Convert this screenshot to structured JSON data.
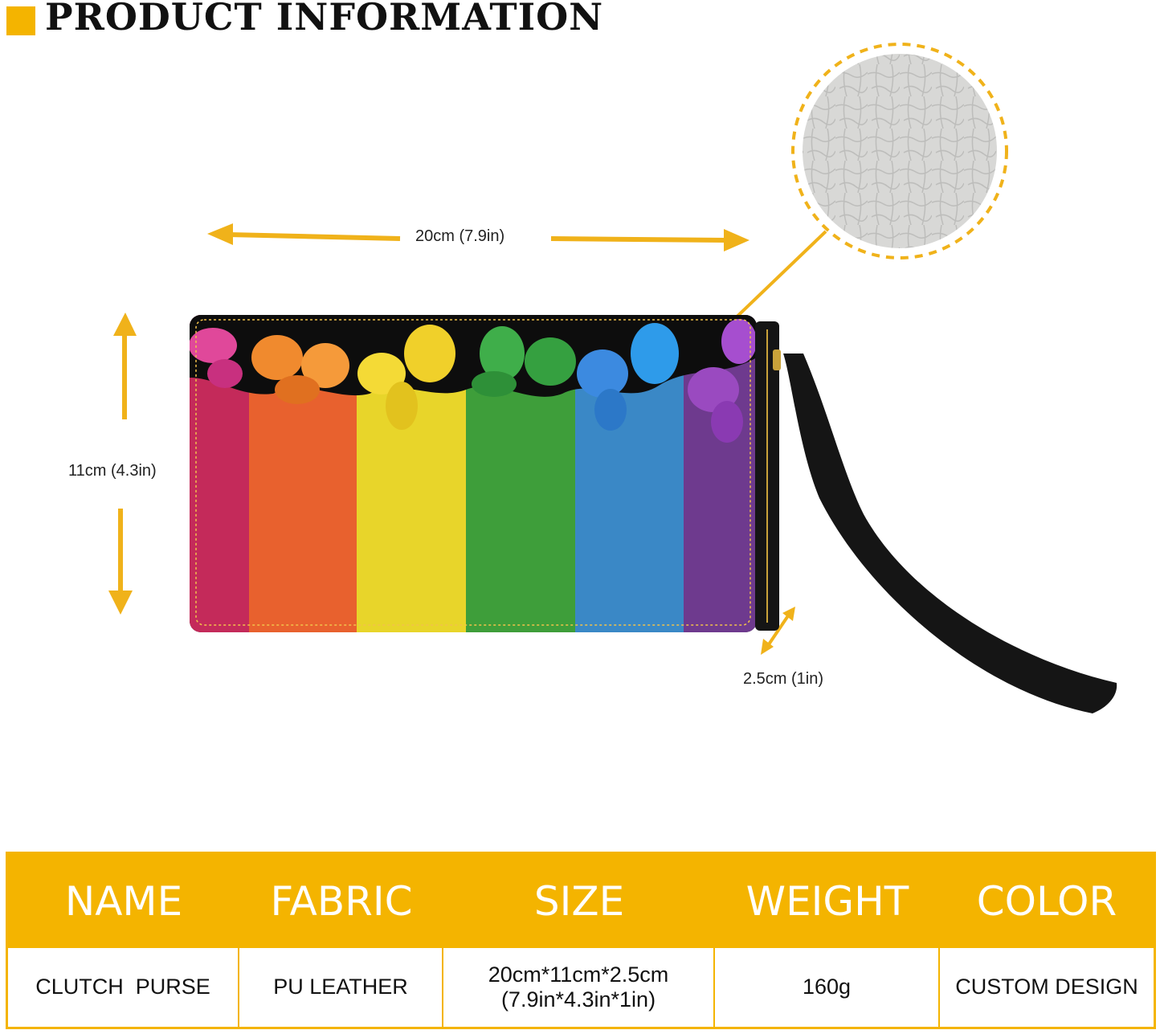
{
  "header": {
    "title": "PRODUCT INFORMATION"
  },
  "dimensions": {
    "width": "20cm (7.9in)",
    "height": "11cm (4.3in)",
    "depth": "2.5cm (1in)"
  },
  "colors": {
    "accent": "#F4B400",
    "stripes": [
      "#C42A5A",
      "#E8612E",
      "#E8D52A",
      "#3E9E3A",
      "#3A88C6",
      "#6E3A8E"
    ]
  },
  "table": {
    "headers": [
      "NAME",
      "FABRIC",
      "SIZE",
      "WEIGHT",
      "COLOR"
    ],
    "values": [
      "CLUTCH  PURSE",
      "PU LEATHER",
      "20cm*11cm*2.5cm\n(7.9in*4.3in*1in)",
      "160g",
      "CUSTOM DESIGN"
    ]
  }
}
